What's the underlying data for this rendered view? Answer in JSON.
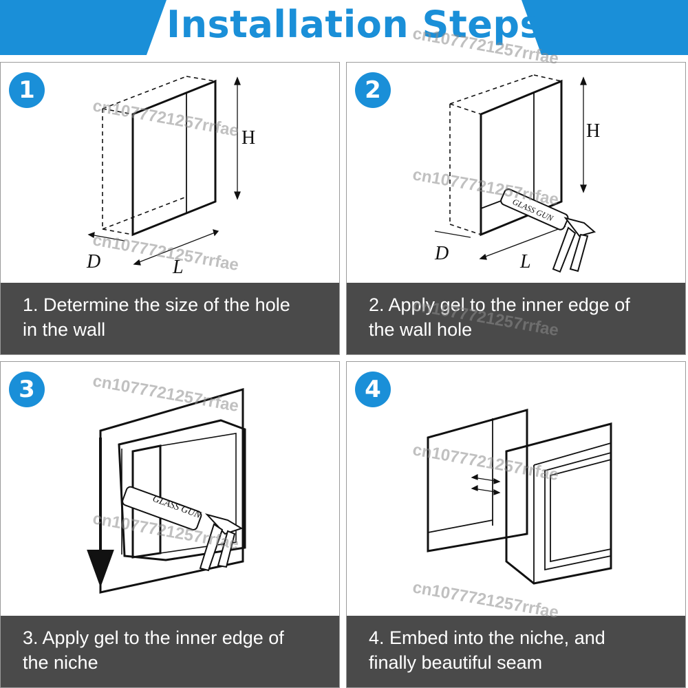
{
  "header": {
    "title": "Installation Steps",
    "accent_color": "#1a8fd8"
  },
  "steps": [
    {
      "number": "1",
      "caption_line1": "1. Determine the size of the hole",
      "caption_line2": "in the wall",
      "dim_h": "H",
      "dim_d": "D",
      "dim_l": "L"
    },
    {
      "number": "2",
      "caption_line1": "2. Apply gel to the inner edge of",
      "caption_line2": "the wall hole",
      "dim_h": "H",
      "dim_d": "D",
      "dim_l": "L",
      "gun_label": "GLASS GUN"
    },
    {
      "number": "3",
      "caption_line1": "3. Apply gel to the inner edge of",
      "caption_line2": "the niche",
      "gun_label": "GLASS GUN"
    },
    {
      "number": "4",
      "caption_line1": "4. Embed into the niche, and",
      "caption_line2": "finally beautiful seam"
    }
  ],
  "watermark": "cn1077721257rrfae",
  "colors": {
    "caption_bg": "#4a4a4a",
    "caption_text": "#ffffff",
    "panel_border": "#9a9a9a"
  }
}
